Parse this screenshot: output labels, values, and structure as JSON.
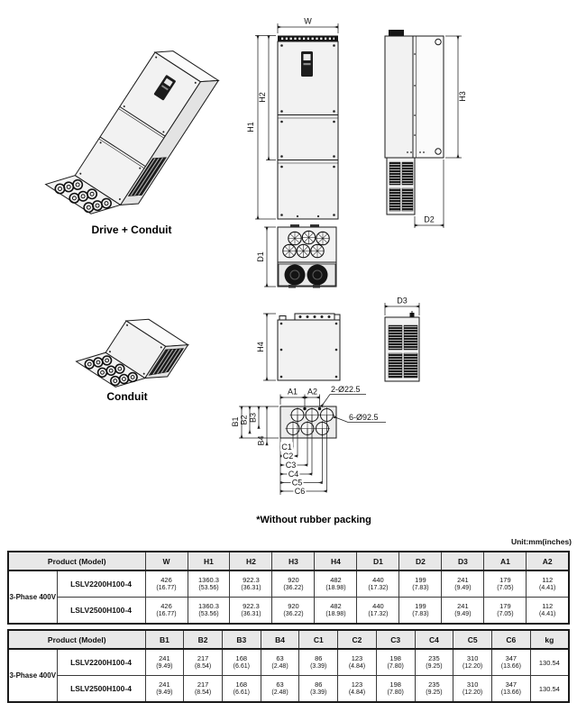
{
  "page": {
    "unit_note": "Unit:mm(inches)"
  },
  "drawing": {
    "captions": {
      "iso_drive": "Drive + Conduit",
      "iso_conduit": "Conduit",
      "note": "*Without rubber packing"
    },
    "dims": {
      "w": "W",
      "h1": "H1",
      "h2": "H2",
      "h3": "H3",
      "h4": "H4",
      "d1": "D1",
      "d2": "D2",
      "d3": "D3",
      "a1": "A1",
      "a2": "A2",
      "b1": "B1",
      "b2": "B2",
      "b3": "B3",
      "b4": "B4",
      "c1": "C1",
      "c2": "C2",
      "c3": "C3",
      "c4": "C4",
      "c5": "C5",
      "c6": "C6"
    },
    "callouts": {
      "top_holes": "2-Ø22.5",
      "conduit_holes": "6-Ø92.5"
    }
  },
  "dimension_table": {
    "header_product": "Product (Model)",
    "group_label": "3-Phase 400V",
    "columns": [
      "W",
      "H1",
      "H2",
      "H3",
      "H4",
      "D1",
      "D2",
      "D3",
      "A1",
      "A2"
    ],
    "rows": [
      {
        "model": "LSLV2200H100-4",
        "values": [
          {
            "mm": "426",
            "in": "(16.77)"
          },
          {
            "mm": "1360.3",
            "in": "(53.56)"
          },
          {
            "mm": "922.3",
            "in": "(36.31)"
          },
          {
            "mm": "920",
            "in": "(36.22)"
          },
          {
            "mm": "482",
            "in": "(18.98)"
          },
          {
            "mm": "440",
            "in": "(17.32)"
          },
          {
            "mm": "199",
            "in": "(7.83)"
          },
          {
            "mm": "241",
            "in": "(9.49)"
          },
          {
            "mm": "179",
            "in": "(7.05)"
          },
          {
            "mm": "112",
            "in": "(4.41)"
          }
        ]
      },
      {
        "model": "LSLV2500H100-4",
        "values": [
          {
            "mm": "426",
            "in": "(16.77)"
          },
          {
            "mm": "1360.3",
            "in": "(53.56)"
          },
          {
            "mm": "922.3",
            "in": "(36.31)"
          },
          {
            "mm": "920",
            "in": "(36.22)"
          },
          {
            "mm": "482",
            "in": "(18.98)"
          },
          {
            "mm": "440",
            "in": "(17.32)"
          },
          {
            "mm": "199",
            "in": "(7.83)"
          },
          {
            "mm": "241",
            "in": "(9.49)"
          },
          {
            "mm": "179",
            "in": "(7.05)"
          },
          {
            "mm": "112",
            "in": "(4.41)"
          }
        ]
      }
    ]
  },
  "mounting_table": {
    "header_product": "Product (Model)",
    "group_label": "3-Phase 400V",
    "columns": [
      "B1",
      "B2",
      "B3",
      "B4",
      "C1",
      "C2",
      "C3",
      "C4",
      "C5",
      "C6",
      "kg"
    ],
    "rows": [
      {
        "model": "LSLV2200H100-4",
        "values": [
          {
            "mm": "241",
            "in": "(9.49)"
          },
          {
            "mm": "217",
            "in": "(8.54)"
          },
          {
            "mm": "168",
            "in": "(6.61)"
          },
          {
            "mm": "63",
            "in": "(2.48)"
          },
          {
            "mm": "86",
            "in": "(3.39)"
          },
          {
            "mm": "123",
            "in": "(4.84)"
          },
          {
            "mm": "198",
            "in": "(7.80)"
          },
          {
            "mm": "235",
            "in": "(9.25)"
          },
          {
            "mm": "310",
            "in": "(12.20)"
          },
          {
            "mm": "347",
            "in": "(13.66)"
          },
          {
            "mm": "130.54",
            "in": ""
          }
        ]
      },
      {
        "model": "LSLV2500H100-4",
        "values": [
          {
            "mm": "241",
            "in": "(9.49)"
          },
          {
            "mm": "217",
            "in": "(8.54)"
          },
          {
            "mm": "168",
            "in": "(6.61)"
          },
          {
            "mm": "63",
            "in": "(2.48)"
          },
          {
            "mm": "86",
            "in": "(3.39)"
          },
          {
            "mm": "123",
            "in": "(4.84)"
          },
          {
            "mm": "198",
            "in": "(7.80)"
          },
          {
            "mm": "235",
            "in": "(9.25)"
          },
          {
            "mm": "310",
            "in": "(12.20)"
          },
          {
            "mm": "347",
            "in": "(13.66)"
          },
          {
            "mm": "130.54",
            "in": ""
          }
        ]
      }
    ]
  }
}
